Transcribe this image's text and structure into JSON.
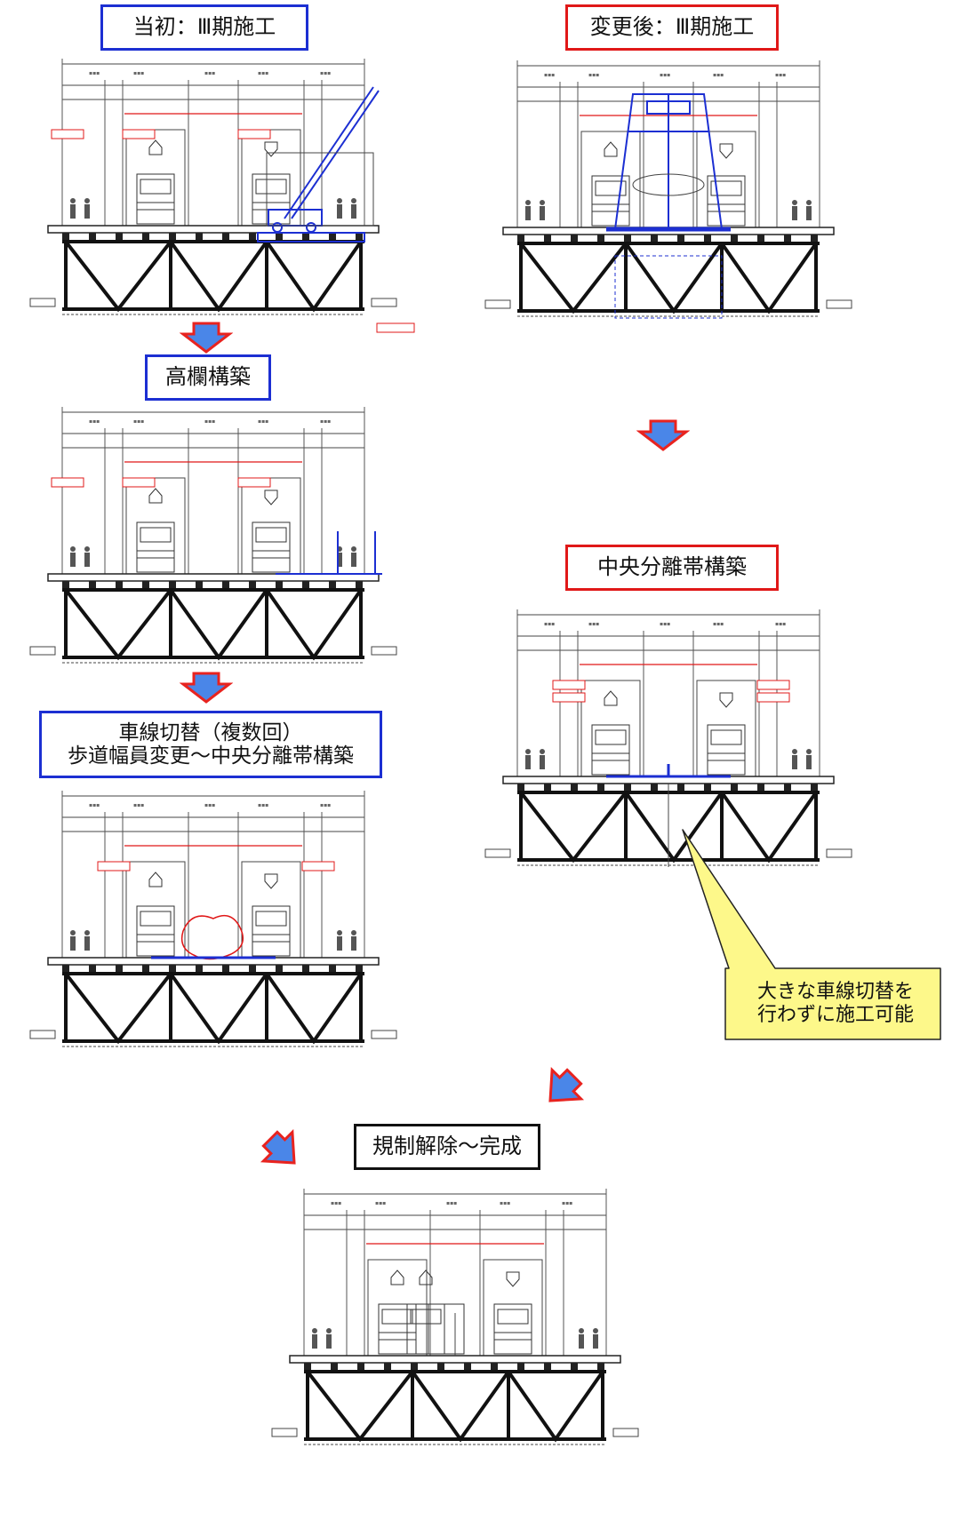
{
  "steps": {
    "initial": {
      "title": "当初：Ⅲ期施工"
    },
    "takaran": {
      "title": "高欄構築"
    },
    "lane_switch": {
      "line1": "車線切替（複数回）",
      "line2": "歩道幅員変更～中央分離帯構築"
    },
    "changed": {
      "title": "変更後：Ⅲ期施工"
    },
    "median": {
      "title": "中央分離帯構築"
    },
    "final": {
      "title": "規制解除～完成"
    }
  },
  "callout": {
    "line1": "大きな車線切替を",
    "line2": "行わずに施工可能"
  },
  "colors": {
    "blue": "#1c2fd2",
    "red": "#e01818",
    "callout_fill": "#fdf88a",
    "arrow_fill": "#4a86e8",
    "arrow_stroke": "#e8231f"
  }
}
